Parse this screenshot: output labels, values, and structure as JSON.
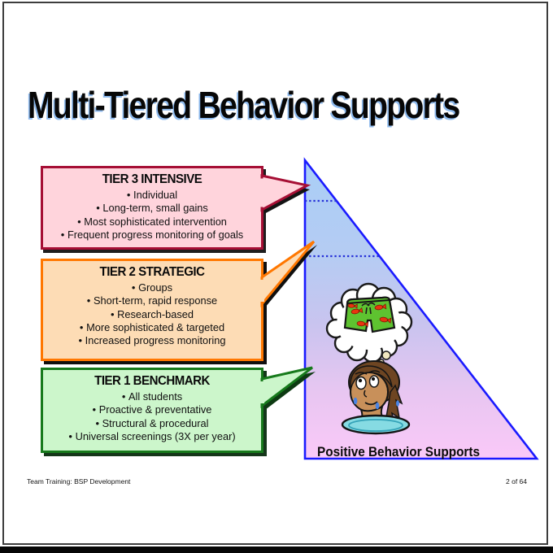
{
  "slide": {
    "title": "Multi-Tiered Behavior Supports",
    "footer_left": "Team Training: BSP Development",
    "footer_right": "2 of 64"
  },
  "tiers": [
    {
      "title": "TIER 3 INTENSIVE",
      "bullets": [
        "Individual",
        "Long-term, small gains",
        "Most sophisticated intervention",
        "Frequent progress monitoring of goals"
      ],
      "fill_color": "#FFD4DC",
      "border_color": "#A60F35"
    },
    {
      "title": "TIER 2 STRATEGIC",
      "bullets": [
        "Groups",
        "Short-term, rapid response",
        "Research-based",
        "More sophisticated & targeted",
        "Increased progress monitoring"
      ],
      "fill_color": "#FDDCB5",
      "border_color": "#FF7700"
    },
    {
      "title": "TIER 1 BENCHMARK",
      "bullets": [
        "All students",
        "Proactive & preventative",
        "Structural & procedural",
        "Universal screenings (3X per year)"
      ],
      "fill_color": "#CCF6CB",
      "border_color": "#177A1C"
    }
  ],
  "pyramid": {
    "label": "Positive Behavior Supports",
    "border_color": "#1A1AFF",
    "gradient_top_color": "#A9CEF6",
    "gradient_middle_color": "#C9C4EF",
    "gradient_bottom_color": "#FAC9F8",
    "divider_line_color": "#2630D8"
  },
  "icons": {
    "cartoon": "boy-in-water-thinking-of-swim-trunks-icon"
  },
  "title_shadow_color": "#8FBBEE"
}
